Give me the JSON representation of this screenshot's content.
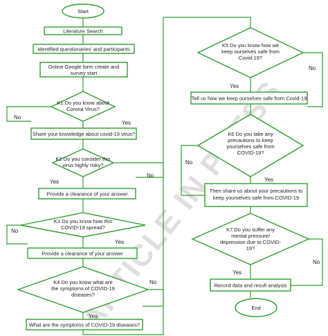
{
  "diagram": {
    "nodes": {
      "start": "Start",
      "lit": "Literature Search",
      "ident": "Identified questionaries' and participants",
      "form_1": "Online Google form create and",
      "form_2": "survey start",
      "k1_1": "K1 Do you know about",
      "k1_2": "Corona Virus?",
      "share": "Share your knowledge about covid-19 virus?",
      "k2_1": "K2 Do you consider this",
      "k2_2": "virus highly risky?",
      "clear1": "Provide a clearance of your answer",
      "k3_1": "K3 Do you know how this",
      "k3_2": "COVID-19 spread?",
      "clear2": "Provide a clearance of your answer",
      "k4_1": "K4 Do you know what are",
      "k4_2": "the symptoms of COVID-19",
      "k4_3": "diseases?",
      "symptoms": "What are the symptoms of COVID-19 diseases?",
      "k5_1": "K5 Do you know how we",
      "k5_2": "keep ourselves safe from",
      "k5_3": "Covid-19?",
      "tell": "Tell us how we keep ourselves safe from Covid-19",
      "k6_1": "K6 Do you take any",
      "k6_2": "precautions to keep",
      "k6_3": "yourselves safe from",
      "k6_4": "COVID-19?",
      "shareprec_1": "Then share us about your precautions to",
      "shareprec_2": "keep yourselves safe from COVID-19",
      "k7_1": "K7 Do you suffer any",
      "k7_2": "mental pressure/",
      "k7_3": "depression due to COVID-",
      "k7_4": "19?",
      "record": "Record data and result analysis",
      "end": "End"
    },
    "labels": {
      "yes": "Yes",
      "no": "No"
    },
    "watermark": "ARTICLE IN PRESS",
    "colors": {
      "stroke": "#2e9e2e",
      "text": "#1a1a1a"
    }
  }
}
